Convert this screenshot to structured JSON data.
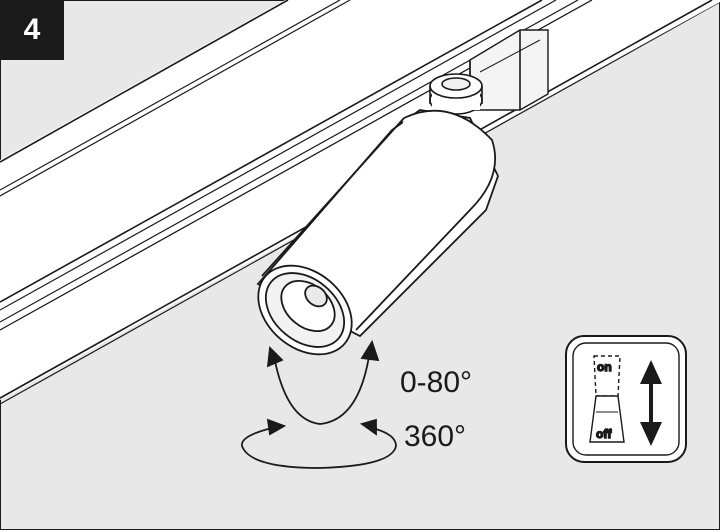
{
  "step": {
    "number": "4"
  },
  "angles": {
    "tilt": "0-80°",
    "rotation": "360°"
  },
  "switch_icon": {
    "on_label": "on",
    "off_label": "off",
    "arrow_icon": "up-down-arrow-icon"
  },
  "colors": {
    "background": "#e8e8e8",
    "line": "#1a1a1a",
    "badge": "#1a1a1a",
    "badge_text": "#ffffff"
  }
}
